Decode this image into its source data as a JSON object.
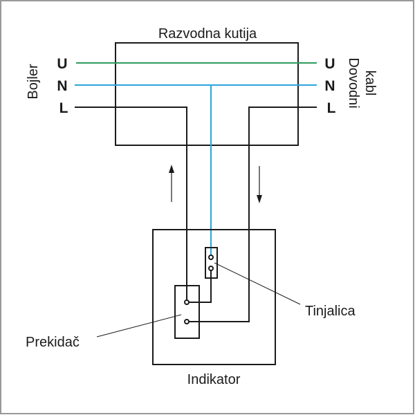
{
  "title": "Razvodna kutija",
  "left_side": {
    "label": "Bojler",
    "terminals": [
      "U",
      "N",
      "L"
    ]
  },
  "right_side": {
    "label_line1": "Dovodni",
    "label_line2": "kabl",
    "terminals": [
      "U",
      "N",
      "L"
    ]
  },
  "indicator_label": "Indikator",
  "lamp_label": "Tinjalica",
  "switch_label": "Prekidač",
  "colors": {
    "U": "#2e9a5c",
    "N": "#2ba3dc",
    "L": "#1a1a1a"
  }
}
